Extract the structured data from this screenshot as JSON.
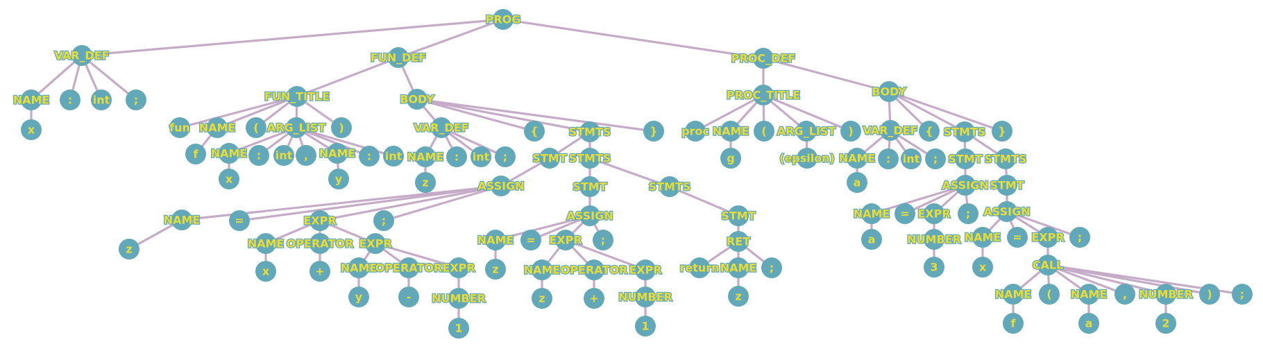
{
  "colors": {
    "node": "#62a8b8",
    "label": "#e6dc3a",
    "edge": "#c6abc8",
    "background": "#ffffff"
  },
  "nodes": [
    {
      "id": "prog",
      "label": "PROG"
    },
    {
      "id": "vardef0",
      "label": "VAR_DEF"
    },
    {
      "id": "vd0_name",
      "label": "NAME"
    },
    {
      "id": "vd0_x",
      "label": "x"
    },
    {
      "id": "vd0_colon",
      "label": ":"
    },
    {
      "id": "vd0_int",
      "label": "int"
    },
    {
      "id": "vd0_semi",
      "label": ";"
    },
    {
      "id": "fundef",
      "label": "FUN_DEF"
    },
    {
      "id": "funtitle",
      "label": "FUN_TITLE"
    },
    {
      "id": "ft_fun",
      "label": "fun"
    },
    {
      "id": "ft_name",
      "label": "NAME"
    },
    {
      "id": "ft_f",
      "label": "f"
    },
    {
      "id": "ft_lp",
      "label": "("
    },
    {
      "id": "arglist1",
      "label": "ARG_LIST"
    },
    {
      "id": "al_name1",
      "label": "NAME"
    },
    {
      "id": "al_x",
      "label": "x"
    },
    {
      "id": "al_c1",
      "label": ":"
    },
    {
      "id": "al_int1",
      "label": "int"
    },
    {
      "id": "al_comma",
      "label": ","
    },
    {
      "id": "al_name2",
      "label": "NAME"
    },
    {
      "id": "al_y",
      "label": "y"
    },
    {
      "id": "al_c2",
      "label": ":"
    },
    {
      "id": "al_int2",
      "label": "int"
    },
    {
      "id": "ft_rp",
      "label": ")"
    },
    {
      "id": "body1",
      "label": "BODY"
    },
    {
      "id": "b1_vardef",
      "label": "VAR_DEF"
    },
    {
      "id": "b1vd_name",
      "label": "NAME"
    },
    {
      "id": "b1vd_z",
      "label": "z"
    },
    {
      "id": "b1vd_colon",
      "label": ":"
    },
    {
      "id": "b1vd_int",
      "label": "int"
    },
    {
      "id": "b1vd_semi",
      "label": ";"
    },
    {
      "id": "b1_lb",
      "label": "{"
    },
    {
      "id": "b1_stmts",
      "label": "STMTS"
    },
    {
      "id": "b1_rb",
      "label": "}"
    },
    {
      "id": "s1_stmt",
      "label": "STMT"
    },
    {
      "id": "s1_stmts",
      "label": "STMTS"
    },
    {
      "id": "assign1",
      "label": "ASSIGN"
    },
    {
      "id": "a1_name",
      "label": "NAME"
    },
    {
      "id": "a1_z",
      "label": "z"
    },
    {
      "id": "a1_eq",
      "label": "="
    },
    {
      "id": "a1_expr",
      "label": "EXPR"
    },
    {
      "id": "a1_semi",
      "label": ";"
    },
    {
      "id": "e1_name",
      "label": "NAME"
    },
    {
      "id": "e1_x",
      "label": "x"
    },
    {
      "id": "e1_op",
      "label": "OPERATOR"
    },
    {
      "id": "e1_plus",
      "label": "+"
    },
    {
      "id": "e1_expr",
      "label": "EXPR"
    },
    {
      "id": "e2_name",
      "label": "NAME"
    },
    {
      "id": "e2_y",
      "label": "y"
    },
    {
      "id": "e2_op",
      "label": "OPERATOR"
    },
    {
      "id": "e2_minus",
      "label": "-"
    },
    {
      "id": "e2_expr",
      "label": "EXPR"
    },
    {
      "id": "e2_number",
      "label": "NUMBER"
    },
    {
      "id": "e2_1",
      "label": "1"
    },
    {
      "id": "s2_stmt",
      "label": "STMT"
    },
    {
      "id": "s2_stmts",
      "label": "STMTS"
    },
    {
      "id": "assign2",
      "label": "ASSIGN"
    },
    {
      "id": "a2_name",
      "label": "NAME"
    },
    {
      "id": "a2_z",
      "label": "z"
    },
    {
      "id": "a2_eq",
      "label": "="
    },
    {
      "id": "a2_expr",
      "label": "EXPR"
    },
    {
      "id": "a2_semi",
      "label": ";"
    },
    {
      "id": "e3_name",
      "label": "NAME"
    },
    {
      "id": "e3_z",
      "label": "z"
    },
    {
      "id": "e3_op",
      "label": "OPERATOR"
    },
    {
      "id": "e3_plus",
      "label": "+"
    },
    {
      "id": "e3_expr",
      "label": "EXPR"
    },
    {
      "id": "e3_number",
      "label": "NUMBER"
    },
    {
      "id": "e3_1",
      "label": "1"
    },
    {
      "id": "s3_stmt",
      "label": "STMT"
    },
    {
      "id": "ret",
      "label": "RET"
    },
    {
      "id": "r_return",
      "label": "return"
    },
    {
      "id": "r_name",
      "label": "NAME"
    },
    {
      "id": "r_z",
      "label": "z"
    },
    {
      "id": "r_semi",
      "label": ";"
    },
    {
      "id": "procdef",
      "label": "PROC_DEF"
    },
    {
      "id": "proctitle",
      "label": "PROC_TITLE"
    },
    {
      "id": "pt_proc",
      "label": "proc"
    },
    {
      "id": "pt_name",
      "label": "NAME"
    },
    {
      "id": "pt_g",
      "label": "g"
    },
    {
      "id": "pt_lp",
      "label": "("
    },
    {
      "id": "arglist2",
      "label": "ARG_LIST"
    },
    {
      "id": "al2_eps",
      "label": "(epsilon)"
    },
    {
      "id": "pt_rp",
      "label": ")"
    },
    {
      "id": "body2",
      "label": "BODY"
    },
    {
      "id": "b2_vardef",
      "label": "VAR_DEF"
    },
    {
      "id": "b2vd_name",
      "label": "NAME"
    },
    {
      "id": "b2vd_a",
      "label": "a"
    },
    {
      "id": "b2vd_colon",
      "label": ":"
    },
    {
      "id": "b2vd_int",
      "label": "int"
    },
    {
      "id": "b2vd_semi",
      "label": ";"
    },
    {
      "id": "b2_lb",
      "label": "{"
    },
    {
      "id": "b2_stmts",
      "label": "STMTS"
    },
    {
      "id": "b2_rb",
      "label": "}"
    },
    {
      "id": "p_stmt1",
      "label": "STMT"
    },
    {
      "id": "p_stmts",
      "label": "STMTS"
    },
    {
      "id": "p_assign1",
      "label": "ASSIGN"
    },
    {
      "id": "pa1_name",
      "label": "NAME"
    },
    {
      "id": "pa1_a",
      "label": "a"
    },
    {
      "id": "pa1_eq",
      "label": "="
    },
    {
      "id": "pa1_expr",
      "label": "EXPR"
    },
    {
      "id": "pa1_semi",
      "label": ";"
    },
    {
      "id": "pa1_number",
      "label": "NUMBER"
    },
    {
      "id": "pa1_3",
      "label": "3"
    },
    {
      "id": "p_stmt2",
      "label": "STMT"
    },
    {
      "id": "p_assign2",
      "label": "ASSIGN"
    },
    {
      "id": "pa2_name",
      "label": "NAME"
    },
    {
      "id": "pa2_x",
      "label": "x"
    },
    {
      "id": "pa2_eq",
      "label": "="
    },
    {
      "id": "pa2_expr",
      "label": "EXPR"
    },
    {
      "id": "pa2_semi",
      "label": ";"
    },
    {
      "id": "call",
      "label": "CALL"
    },
    {
      "id": "c_name",
      "label": "NAME"
    },
    {
      "id": "c_f",
      "label": "f"
    },
    {
      "id": "c_lp",
      "label": "("
    },
    {
      "id": "c_name2",
      "label": "NAME"
    },
    {
      "id": "c_a",
      "label": "a"
    },
    {
      "id": "c_comma",
      "label": ","
    },
    {
      "id": "c_number",
      "label": "NUMBER"
    },
    {
      "id": "c_2",
      "label": "2"
    },
    {
      "id": "c_rp",
      "label": ")"
    },
    {
      "id": "c_semi",
      "label": ";"
    }
  ],
  "edges": [
    [
      "prog",
      "vardef0"
    ],
    [
      "prog",
      "fundef"
    ],
    [
      "prog",
      "procdef"
    ],
    [
      "vardef0",
      "vd0_name"
    ],
    [
      "vardef0",
      "vd0_colon"
    ],
    [
      "vardef0",
      "vd0_int"
    ],
    [
      "vardef0",
      "vd0_semi"
    ],
    [
      "vd0_name",
      "vd0_x"
    ],
    [
      "fundef",
      "funtitle"
    ],
    [
      "fundef",
      "body1"
    ],
    [
      "funtitle",
      "ft_fun"
    ],
    [
      "funtitle",
      "ft_name"
    ],
    [
      "funtitle",
      "ft_lp"
    ],
    [
      "funtitle",
      "arglist1"
    ],
    [
      "funtitle",
      "ft_rp"
    ],
    [
      "ft_name",
      "ft_f"
    ],
    [
      "arglist1",
      "al_name1"
    ],
    [
      "arglist1",
      "al_c1"
    ],
    [
      "arglist1",
      "al_int1"
    ],
    [
      "arglist1",
      "al_comma"
    ],
    [
      "arglist1",
      "al_name2"
    ],
    [
      "arglist1",
      "al_c2"
    ],
    [
      "arglist1",
      "al_int2"
    ],
    [
      "al_name1",
      "al_x"
    ],
    [
      "al_name2",
      "al_y"
    ],
    [
      "body1",
      "b1_vardef"
    ],
    [
      "body1",
      "b1_lb"
    ],
    [
      "body1",
      "b1_stmts"
    ],
    [
      "body1",
      "b1_rb"
    ],
    [
      "b1_vardef",
      "b1vd_name"
    ],
    [
      "b1_vardef",
      "b1vd_colon"
    ],
    [
      "b1_vardef",
      "b1vd_int"
    ],
    [
      "b1_vardef",
      "b1vd_semi"
    ],
    [
      "b1vd_name",
      "b1vd_z"
    ],
    [
      "b1_stmts",
      "s1_stmt"
    ],
    [
      "b1_stmts",
      "s1_stmts"
    ],
    [
      "s1_stmt",
      "assign1"
    ],
    [
      "assign1",
      "a1_name"
    ],
    [
      "assign1",
      "a1_eq"
    ],
    [
      "assign1",
      "a1_expr"
    ],
    [
      "assign1",
      "a1_semi"
    ],
    [
      "a1_name",
      "a1_z"
    ],
    [
      "a1_expr",
      "e1_name"
    ],
    [
      "a1_expr",
      "e1_op"
    ],
    [
      "a1_expr",
      "e1_expr"
    ],
    [
      "e1_name",
      "e1_x"
    ],
    [
      "e1_op",
      "e1_plus"
    ],
    [
      "e1_expr",
      "e2_name"
    ],
    [
      "e1_expr",
      "e2_op"
    ],
    [
      "e1_expr",
      "e2_expr"
    ],
    [
      "e2_name",
      "e2_y"
    ],
    [
      "e2_op",
      "e2_minus"
    ],
    [
      "e2_expr",
      "e2_number"
    ],
    [
      "e2_number",
      "e2_1"
    ],
    [
      "s1_stmts",
      "s2_stmt"
    ],
    [
      "s1_stmts",
      "s2_stmts"
    ],
    [
      "s2_stmt",
      "assign2"
    ],
    [
      "assign2",
      "a2_name"
    ],
    [
      "assign2",
      "a2_eq"
    ],
    [
      "assign2",
      "a2_expr"
    ],
    [
      "assign2",
      "a2_semi"
    ],
    [
      "a2_name",
      "a2_z"
    ],
    [
      "a2_expr",
      "e3_name"
    ],
    [
      "a2_expr",
      "e3_op"
    ],
    [
      "a2_expr",
      "e3_expr"
    ],
    [
      "e3_name",
      "e3_z"
    ],
    [
      "e3_op",
      "e3_plus"
    ],
    [
      "e3_expr",
      "e3_number"
    ],
    [
      "e3_number",
      "e3_1"
    ],
    [
      "s2_stmts",
      "s3_stmt"
    ],
    [
      "s3_stmt",
      "ret"
    ],
    [
      "ret",
      "r_return"
    ],
    [
      "ret",
      "r_name"
    ],
    [
      "ret",
      "r_semi"
    ],
    [
      "r_name",
      "r_z"
    ],
    [
      "procdef",
      "proctitle"
    ],
    [
      "procdef",
      "body2"
    ],
    [
      "proctitle",
      "pt_proc"
    ],
    [
      "proctitle",
      "pt_name"
    ],
    [
      "proctitle",
      "pt_lp"
    ],
    [
      "proctitle",
      "arglist2"
    ],
    [
      "proctitle",
      "pt_rp"
    ],
    [
      "pt_name",
      "pt_g"
    ],
    [
      "arglist2",
      "al2_eps"
    ],
    [
      "body2",
      "b2_vardef"
    ],
    [
      "body2",
      "b2_lb"
    ],
    [
      "body2",
      "b2_stmts"
    ],
    [
      "body2",
      "b2_rb"
    ],
    [
      "b2_vardef",
      "b2vd_name"
    ],
    [
      "b2_vardef",
      "b2vd_colon"
    ],
    [
      "b2_vardef",
      "b2vd_int"
    ],
    [
      "b2_vardef",
      "b2vd_semi"
    ],
    [
      "b2vd_name",
      "b2vd_a"
    ],
    [
      "b2_stmts",
      "p_stmt1"
    ],
    [
      "b2_stmts",
      "p_stmts"
    ],
    [
      "p_stmt1",
      "p_assign1"
    ],
    [
      "p_assign1",
      "pa1_name"
    ],
    [
      "p_assign1",
      "pa1_eq"
    ],
    [
      "p_assign1",
      "pa1_expr"
    ],
    [
      "p_assign1",
      "pa1_semi"
    ],
    [
      "pa1_name",
      "pa1_a"
    ],
    [
      "pa1_expr",
      "pa1_number"
    ],
    [
      "pa1_number",
      "pa1_3"
    ],
    [
      "p_stmts",
      "p_stmt2"
    ],
    [
      "p_stmt2",
      "p_assign2"
    ],
    [
      "p_assign2",
      "pa2_name"
    ],
    [
      "p_assign2",
      "pa2_eq"
    ],
    [
      "p_assign2",
      "pa2_expr"
    ],
    [
      "p_assign2",
      "pa2_semi"
    ],
    [
      "pa2_name",
      "pa2_x"
    ],
    [
      "pa2_expr",
      "call"
    ],
    [
      "call",
      "c_name"
    ],
    [
      "call",
      "c_lp"
    ],
    [
      "call",
      "c_name2"
    ],
    [
      "call",
      "c_comma"
    ],
    [
      "call",
      "c_number"
    ],
    [
      "call",
      "c_rp"
    ],
    [
      "call",
      "c_semi"
    ],
    [
      "c_name",
      "c_f"
    ],
    [
      "c_name2",
      "c_a"
    ],
    [
      "c_number",
      "c_2"
    ]
  ]
}
